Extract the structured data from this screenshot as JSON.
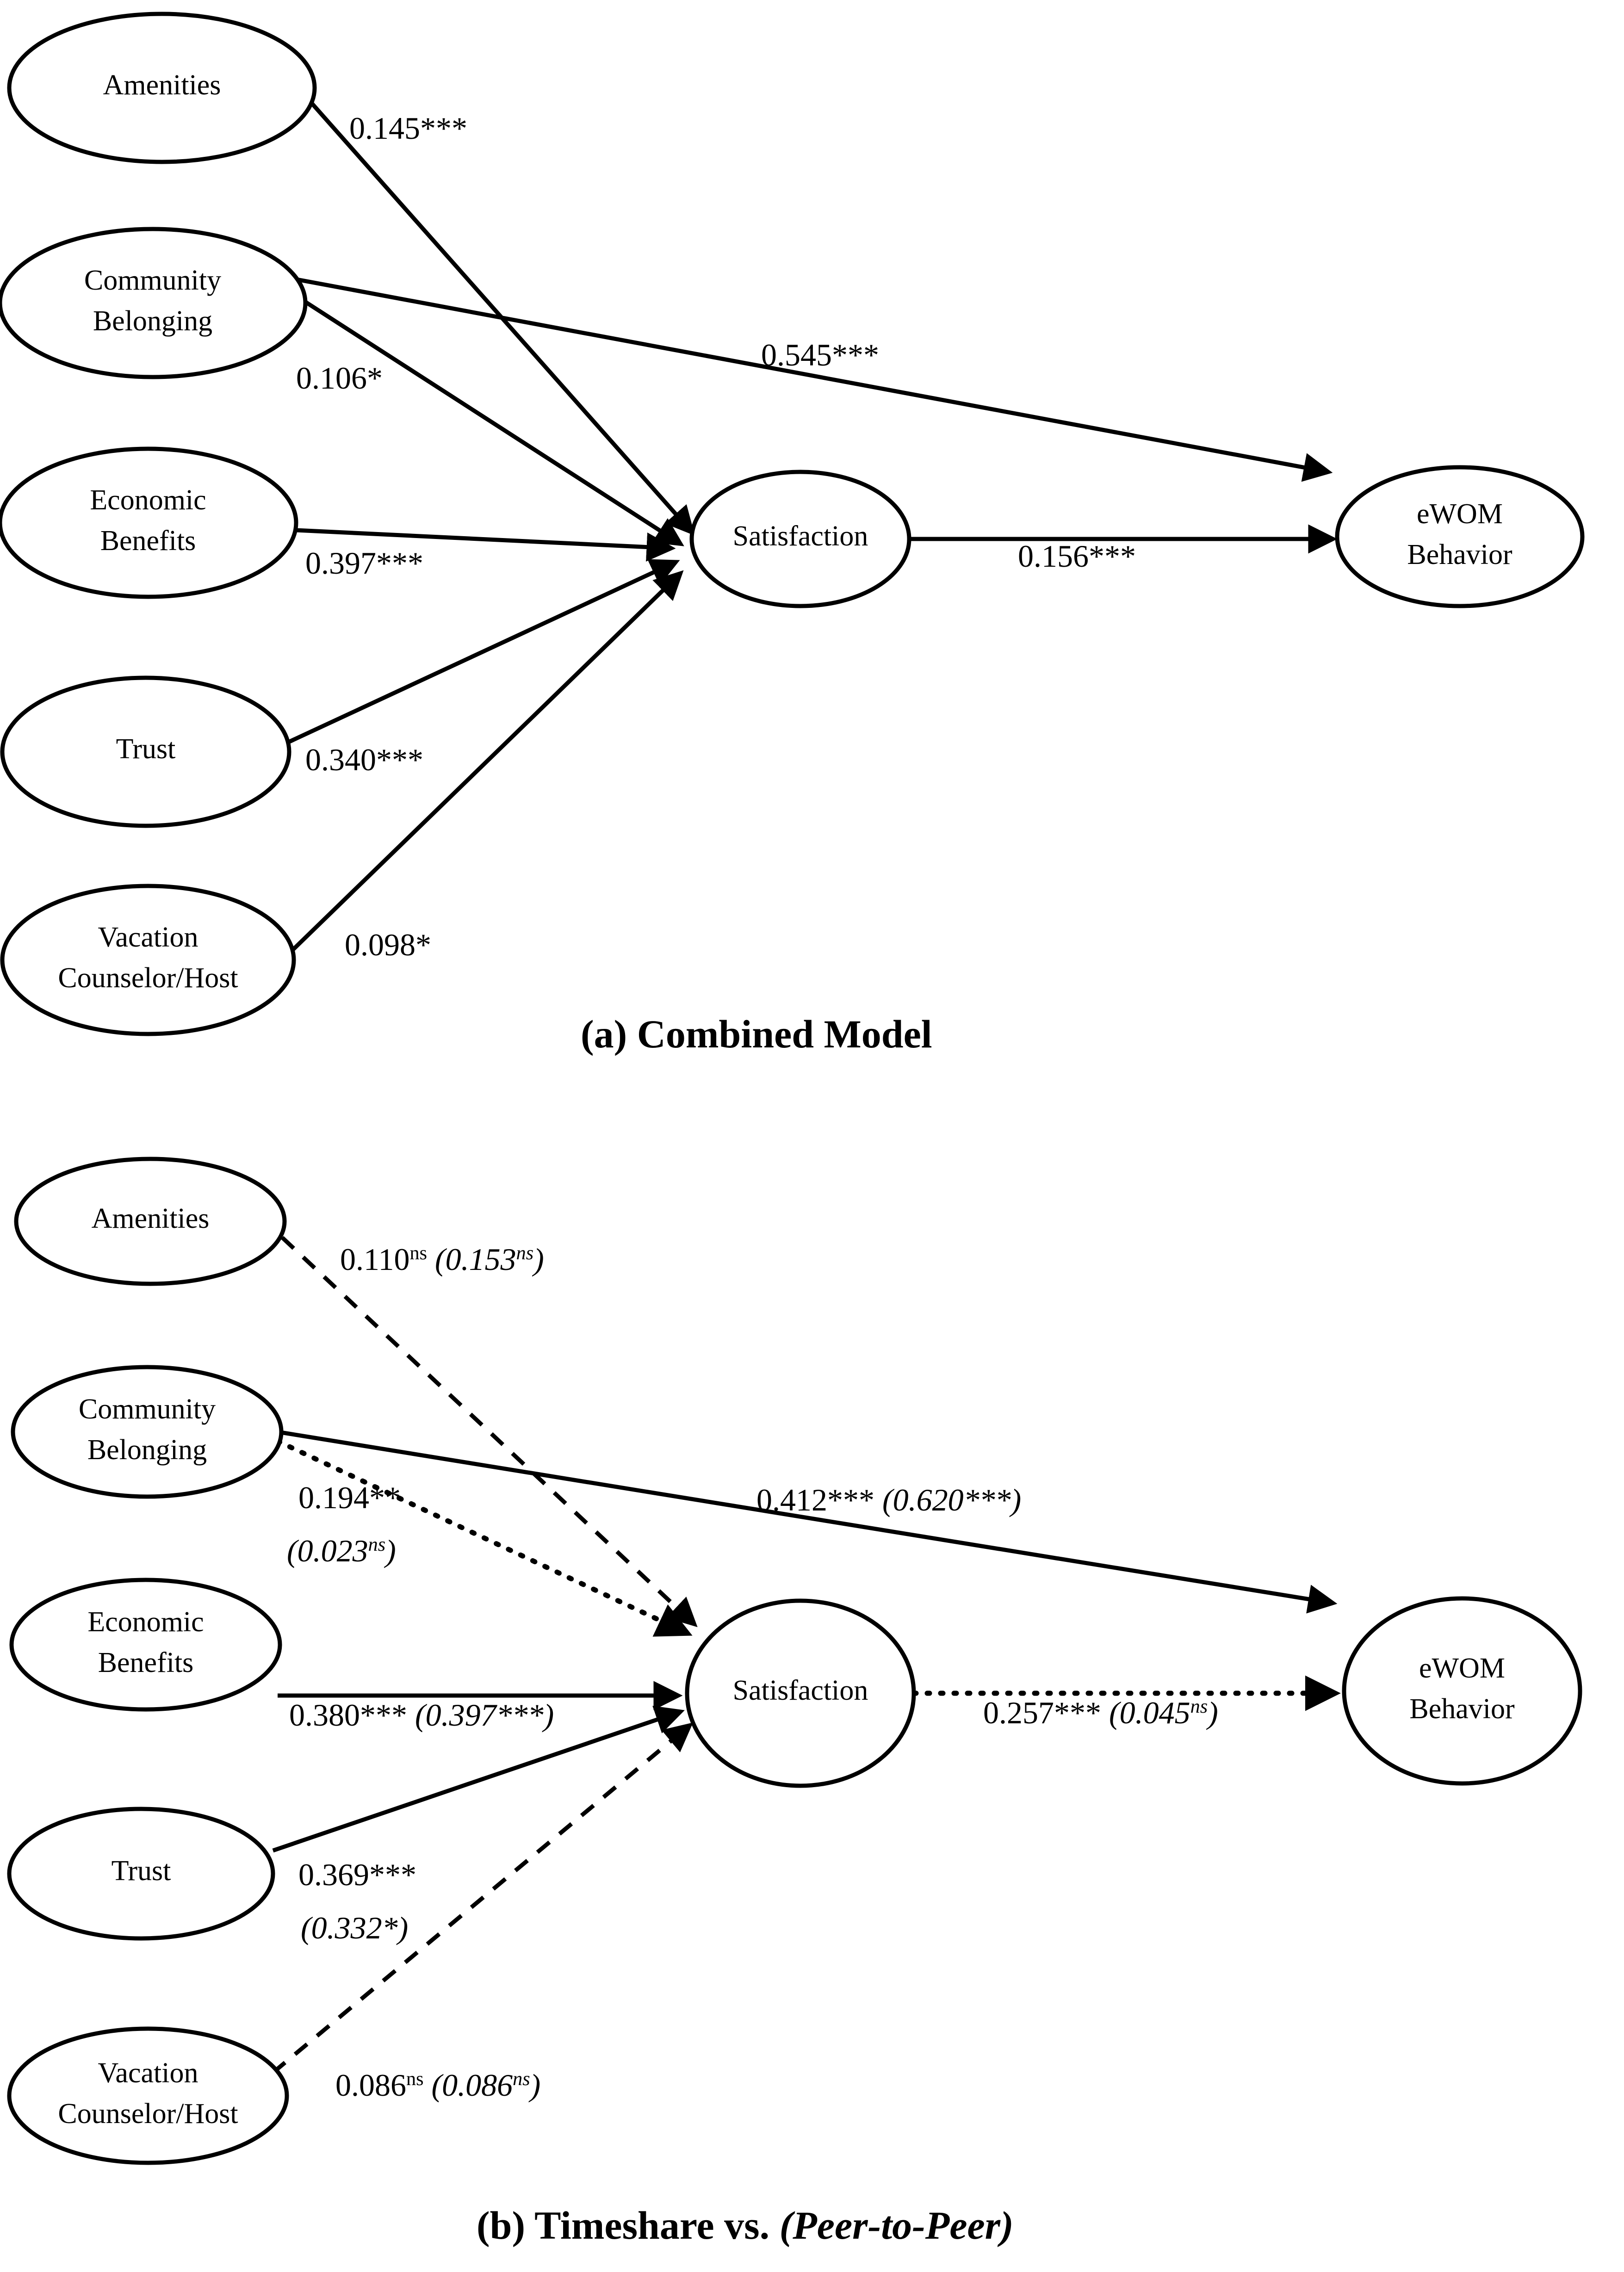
{
  "figure": {
    "type": "path-diagram",
    "description": "Structural equation model path diagram with two panels",
    "panels": [
      {
        "id": "a",
        "caption_prefix": "(a) ",
        "caption_main": "Combined Model",
        "caption_italic": "",
        "nodes": [
          {
            "id": "amenities",
            "label_line1": "Amenities",
            "label_line2": ""
          },
          {
            "id": "community",
            "label_line1": "Community",
            "label_line2": "Belonging"
          },
          {
            "id": "economic",
            "label_line1": "Economic",
            "label_line2": "Benefits"
          },
          {
            "id": "trust",
            "label_line1": "Trust",
            "label_line2": ""
          },
          {
            "id": "vacation",
            "label_line1": "Vacation",
            "label_line2": "Counselor/Host"
          },
          {
            "id": "satisfaction",
            "label_line1": "Satisfaction",
            "label_line2": ""
          },
          {
            "id": "ewom",
            "label_line1": "eWOM",
            "label_line2": "Behavior"
          }
        ],
        "paths": [
          {
            "id": "a-amenities-sat",
            "from": "amenities",
            "to": "satisfaction",
            "coef": "0.145",
            "stars": "***",
            "ns": "",
            "style": "solid"
          },
          {
            "id": "a-community-sat",
            "from": "community",
            "to": "satisfaction",
            "coef": "0.106",
            "stars": "*",
            "ns": "",
            "style": "solid"
          },
          {
            "id": "a-community-ewom",
            "from": "community",
            "to": "ewom",
            "coef": "0.545",
            "stars": "***",
            "ns": "",
            "style": "solid"
          },
          {
            "id": "a-economic-sat",
            "from": "economic",
            "to": "satisfaction",
            "coef": "0.397",
            "stars": "***",
            "ns": "",
            "style": "solid"
          },
          {
            "id": "a-trust-sat",
            "from": "trust",
            "to": "satisfaction",
            "coef": "0.340",
            "stars": "***",
            "ns": "",
            "style": "solid"
          },
          {
            "id": "a-vacation-sat",
            "from": "vacation",
            "to": "satisfaction",
            "coef": "0.098",
            "stars": "*",
            "ns": "",
            "style": "solid"
          },
          {
            "id": "a-sat-ewom",
            "from": "satisfaction",
            "to": "ewom",
            "coef": "0.156",
            "stars": "***",
            "ns": "",
            "style": "solid"
          }
        ],
        "labels": {
          "amenities_sat": "0.145***",
          "community_sat": "0.106*",
          "community_ewom": "0.545***",
          "economic_sat": "0.397***",
          "trust_sat": "0.340***",
          "vacation_sat": "0.098*",
          "sat_ewom": "0.156***"
        }
      },
      {
        "id": "b",
        "caption_prefix": "(b) ",
        "caption_main": "Timeshare vs. ",
        "caption_italic": "(Peer-to-Peer)",
        "nodes": [
          {
            "id": "amenities",
            "label_line1": "Amenities",
            "label_line2": ""
          },
          {
            "id": "community",
            "label_line1": "Community",
            "label_line2": "Belonging"
          },
          {
            "id": "economic",
            "label_line1": "Economic",
            "label_line2": "Benefits"
          },
          {
            "id": "trust",
            "label_line1": "Trust",
            "label_line2": ""
          },
          {
            "id": "vacation",
            "label_line1": "Vacation",
            "label_line2": "Counselor/Host"
          },
          {
            "id": "satisfaction",
            "label_line1": "Satisfaction",
            "label_line2": ""
          },
          {
            "id": "ewom",
            "label_line1": "eWOM",
            "label_line2": "Behavior"
          }
        ],
        "paths": [
          {
            "id": "b-amenities-sat",
            "from": "amenities",
            "to": "satisfaction",
            "timeshare": "0.110",
            "timeshare_sig": "ns",
            "p2p": "0.153",
            "p2p_sig": "ns",
            "style": "dashed"
          },
          {
            "id": "b-community-sat",
            "from": "community",
            "to": "satisfaction",
            "timeshare": "0.194",
            "timeshare_sig": "**",
            "p2p": "0.023",
            "p2p_sig": "ns",
            "style": "dotted"
          },
          {
            "id": "b-community-ewom",
            "from": "community",
            "to": "ewom",
            "timeshare": "0.412",
            "timeshare_sig": "***",
            "p2p": "0.620",
            "p2p_sig": "***",
            "style": "solid"
          },
          {
            "id": "b-economic-sat",
            "from": "economic",
            "to": "satisfaction",
            "timeshare": "0.380",
            "timeshare_sig": "***",
            "p2p": "0.397",
            "p2p_sig": "***",
            "style": "solid"
          },
          {
            "id": "b-trust-sat",
            "from": "trust",
            "to": "satisfaction",
            "timeshare": "0.369",
            "timeshare_sig": "***",
            "p2p": "0.332",
            "p2p_sig": "*",
            "style": "solid"
          },
          {
            "id": "b-vacation-sat",
            "from": "vacation",
            "to": "satisfaction",
            "timeshare": "0.086",
            "timeshare_sig": "ns",
            "p2p": "0.086",
            "p2p_sig": "ns",
            "style": "dashed"
          },
          {
            "id": "b-sat-ewom",
            "from": "satisfaction",
            "to": "ewom",
            "timeshare": "0.257",
            "timeshare_sig": "***",
            "p2p": "0.045",
            "p2p_sig": "ns",
            "style": "dotted"
          }
        ],
        "labels": {
          "amenities_sat_main": "0.110",
          "amenities_sat_sup": "ns",
          "amenities_sat_paren_main": "(0.153",
          "amenities_sat_paren_sup": "ns",
          "amenities_sat_paren_close": ")",
          "community_sat_line1": "0.194**",
          "community_sat_line2_main": "(0.023",
          "community_sat_line2_sup": "ns",
          "community_sat_line2_close": ")",
          "community_ewom": "0.412*** (0.620***)",
          "economic_sat": "0.380*** (0.397***)",
          "trust_sat_line1": "0.369***",
          "trust_sat_line2": "(0.332*)",
          "vacation_sat_main": "0.086",
          "vacation_sat_sup": "ns",
          "vacation_sat_paren_main": "(0.086",
          "vacation_sat_paren_sup": "ns",
          "vacation_sat_paren_close": ")",
          "sat_ewom_main": "0.257*** (0.045",
          "sat_ewom_sup": "ns",
          "sat_ewom_close": ")"
        }
      }
    ]
  },
  "chart_data": {
    "type": "diagram",
    "title": "Structural model: antecedents of Satisfaction and eWOM Behavior",
    "constructs": [
      "Amenities",
      "Community Belonging",
      "Economic Benefits",
      "Trust",
      "Vacation Counselor/Host",
      "Satisfaction",
      "eWOM Behavior"
    ],
    "panel_a": {
      "name": "Combined Model",
      "coefficients": [
        {
          "from": "Amenities",
          "to": "Satisfaction",
          "estimate": 0.145,
          "significance": "***"
        },
        {
          "from": "Community Belonging",
          "to": "Satisfaction",
          "estimate": 0.106,
          "significance": "*"
        },
        {
          "from": "Community Belonging",
          "to": "eWOM Behavior",
          "estimate": 0.545,
          "significance": "***"
        },
        {
          "from": "Economic Benefits",
          "to": "Satisfaction",
          "estimate": 0.397,
          "significance": "***"
        },
        {
          "from": "Trust",
          "to": "Satisfaction",
          "estimate": 0.34,
          "significance": "***"
        },
        {
          "from": "Vacation Counselor/Host",
          "to": "Satisfaction",
          "estimate": 0.098,
          "significance": "*"
        },
        {
          "from": "Satisfaction",
          "to": "eWOM Behavior",
          "estimate": 0.156,
          "significance": "***"
        }
      ]
    },
    "panel_b": {
      "name": "Timeshare vs. (Peer-to-Peer)",
      "groups": [
        "Timeshare",
        "Peer-to-Peer"
      ],
      "coefficients": [
        {
          "from": "Amenities",
          "to": "Satisfaction",
          "timeshare": 0.11,
          "timeshare_significance": "ns",
          "peer_to_peer": 0.153,
          "peer_to_peer_significance": "ns",
          "line_style": "dashed"
        },
        {
          "from": "Community Belonging",
          "to": "Satisfaction",
          "timeshare": 0.194,
          "timeshare_significance": "**",
          "peer_to_peer": 0.023,
          "peer_to_peer_significance": "ns",
          "line_style": "dotted"
        },
        {
          "from": "Community Belonging",
          "to": "eWOM Behavior",
          "timeshare": 0.412,
          "timeshare_significance": "***",
          "peer_to_peer": 0.62,
          "peer_to_peer_significance": "***",
          "line_style": "solid"
        },
        {
          "from": "Economic Benefits",
          "to": "Satisfaction",
          "timeshare": 0.38,
          "timeshare_significance": "***",
          "peer_to_peer": 0.397,
          "peer_to_peer_significance": "***",
          "line_style": "solid"
        },
        {
          "from": "Trust",
          "to": "Satisfaction",
          "timeshare": 0.369,
          "timeshare_significance": "***",
          "peer_to_peer": 0.332,
          "peer_to_peer_significance": "*",
          "line_style": "solid"
        },
        {
          "from": "Vacation Counselor/Host",
          "to": "Satisfaction",
          "timeshare": 0.086,
          "timeshare_significance": "ns",
          "peer_to_peer": 0.086,
          "peer_to_peer_significance": "ns",
          "line_style": "dashed"
        },
        {
          "from": "Satisfaction",
          "to": "eWOM Behavior",
          "timeshare": 0.257,
          "timeshare_significance": "***",
          "peer_to_peer": 0.045,
          "peer_to_peer_significance": "ns",
          "line_style": "dotted"
        }
      ]
    }
  }
}
